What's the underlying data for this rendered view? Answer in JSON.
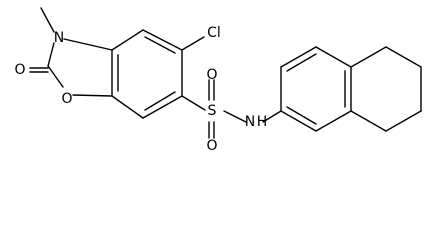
{
  "atoms": {
    "methyl_c": "",
    "n3": "N",
    "c2": "",
    "o_carbonyl": "O",
    "o1": "O",
    "c3a": "",
    "c4": "",
    "c5": "",
    "cl": "Cl",
    "c6": "",
    "c7": "",
    "c7a": "",
    "s": "S",
    "o_s_top": "O",
    "o_s_bottom": "O",
    "nh": "N",
    "nh_h": "H",
    "ar1": "",
    "ar2": "",
    "ar3": "",
    "ar4": "",
    "ar5": "",
    "ar6": "",
    "sat1": "",
    "sat2": "",
    "sat3": "",
    "sat4": ""
  },
  "colors": {
    "bond": "#000000",
    "text": "#000000",
    "background": "#ffffff"
  }
}
